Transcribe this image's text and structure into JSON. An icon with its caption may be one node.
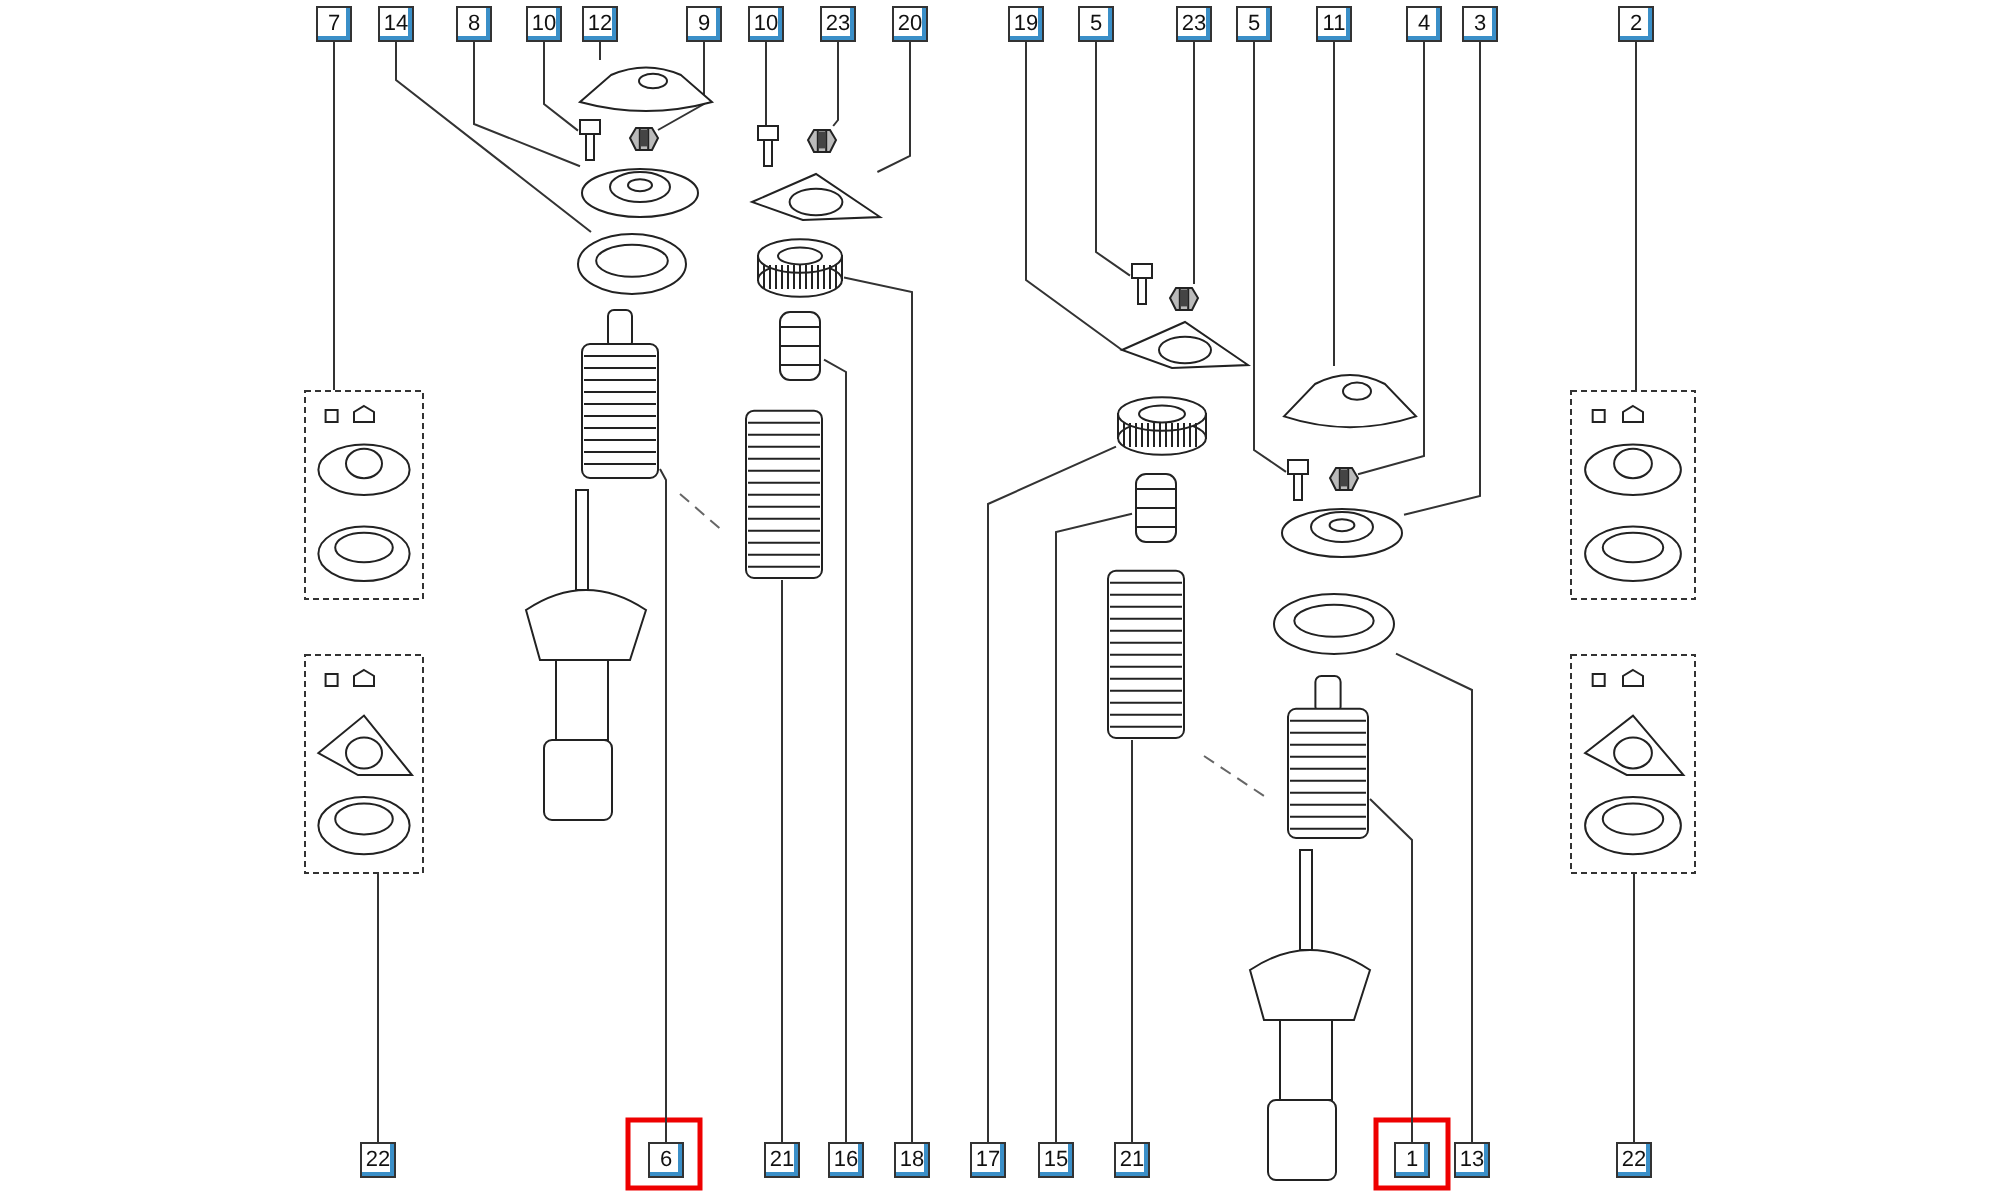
{
  "diagram": {
    "nodes": [
      {
        "text": [
          "7"
        ]
      },
      {
        "text": [
          "14"
        ]
      },
      {
        "text": [
          "8"
        ]
      },
      {
        "text": [
          "10"
        ]
      },
      {
        "text": [
          "12"
        ]
      },
      {
        "text": [
          "9"
        ]
      },
      {
        "text": [
          "10"
        ]
      },
      {
        "text": [
          "23"
        ]
      },
      {
        "text": [
          "20"
        ]
      },
      {
        "text": [
          "19"
        ]
      },
      {
        "text": [
          "5"
        ]
      },
      {
        "text": [
          "23"
        ]
      },
      {
        "text": [
          "5"
        ]
      },
      {
        "text": [
          "11"
        ]
      },
      {
        "text": [
          "4"
        ]
      },
      {
        "text": [
          "3"
        ]
      },
      {
        "text": [
          "2"
        ]
      },
      {
        "text": [
          "22"
        ]
      },
      {
        "text": [
          "6"
        ]
      },
      {
        "text": [
          "21"
        ]
      },
      {
        "text": [
          "16"
        ]
      },
      {
        "text": [
          "18"
        ]
      },
      {
        "text": [
          "17"
        ]
      },
      {
        "text": [
          "15"
        ]
      },
      {
        "text": [
          "21"
        ]
      },
      {
        "text": [
          "1"
        ]
      },
      {
        "text": [
          "13"
        ]
      },
      {
        "text": [
          "22"
        ]
      },
      {
        "text": [],
        "shape": "box"
      },
      {
        "text": [],
        "shape": "box"
      },
      {
        "text": [],
        "shape": "box"
      },
      {
        "text": [],
        "shape": "box"
      },
      {
        "text": [],
        "shape": "picture"
      },
      {
        "text": [],
        "shape": "picture"
      },
      {
        "text": [],
        "shape": "picture"
      },
      {
        "text": [],
        "shape": "picture"
      },
      {
        "text": [],
        "shape": "picture"
      },
      {
        "text": [],
        "shape": "picture"
      },
      {
        "text": [],
        "shape": "picture"
      },
      {
        "text": [],
        "shape": "picture"
      },
      {
        "text": [],
        "shape": "picture"
      },
      {
        "text": [],
        "shape": "picture"
      },
      {
        "text": [],
        "shape": "picture"
      },
      {
        "text": [],
        "shape": "picture"
      },
      {
        "text": [],
        "shape": "picture"
      },
      {
        "text": [],
        "shape": "picture"
      },
      {
        "text": [],
        "shape": "picture"
      },
      {
        "text": [],
        "shape": "picture"
      },
      {
        "text": [],
        "shape": "picture"
      },
      {
        "text": [],
        "shape": "picture"
      },
      {
        "text": [],
        "shape": "picture"
      },
      {
        "text": [],
        "shape": "picture"
      },
      {
        "text": [],
        "shape": "picture"
      },
      {
        "text": [],
        "shape": "picture"
      },
      {
        "text": [],
        "shape": "picture"
      },
      {
        "text": [],
        "shape": "picture"
      }
    ],
    "edges": [
      {
        "from": 0,
        "to": 28,
        "arrow": "none"
      },
      {
        "from": 1,
        "to": 36,
        "arrow": "none"
      },
      {
        "from": 2,
        "to": 35,
        "arrow": "none"
      },
      {
        "from": 3,
        "to": 33,
        "arrow": "none"
      },
      {
        "from": 4,
        "to": 32,
        "arrow": "none"
      },
      {
        "from": 5,
        "to": 34,
        "arrow": "none"
      },
      {
        "from": 6,
        "to": 38,
        "arrow": "none"
      },
      {
        "from": 7,
        "to": 39,
        "arrow": "none"
      },
      {
        "from": 8,
        "to": 40,
        "arrow": "none"
      },
      {
        "from": 9,
        "to": 46,
        "arrow": "none"
      },
      {
        "from": 10,
        "to": 44,
        "arrow": "none"
      },
      {
        "from": 11,
        "to": 45,
        "arrow": "none"
      },
      {
        "from": 12,
        "to": 51,
        "arrow": "none"
      },
      {
        "from": 13,
        "to": 50,
        "arrow": "none"
      },
      {
        "from": 14,
        "to": 52,
        "arrow": "none"
      },
      {
        "from": 15,
        "to": 53,
        "arrow": "none"
      },
      {
        "from": 16,
        "to": 30,
        "arrow": "none"
      },
      {
        "from": 17,
        "to": 29,
        "arrow": "none"
      },
      {
        "from": 18,
        "to": 37,
        "arrow": "none"
      },
      {
        "from": 19,
        "to": 43,
        "arrow": "none"
      },
      {
        "from": 20,
        "to": 42,
        "arrow": "none"
      },
      {
        "from": 21,
        "to": 41,
        "arrow": "none"
      },
      {
        "from": 22,
        "to": 47,
        "arrow": "none"
      },
      {
        "from": 23,
        "to": 48,
        "arrow": "none"
      },
      {
        "from": 24,
        "to": 49,
        "arrow": "none"
      },
      {
        "from": 25,
        "to": 55,
        "arrow": "none"
      },
      {
        "from": 26,
        "to": 54,
        "arrow": "none"
      },
      {
        "from": 27,
        "to": 31,
        "arrow": "none"
      }
    ]
  }
}
